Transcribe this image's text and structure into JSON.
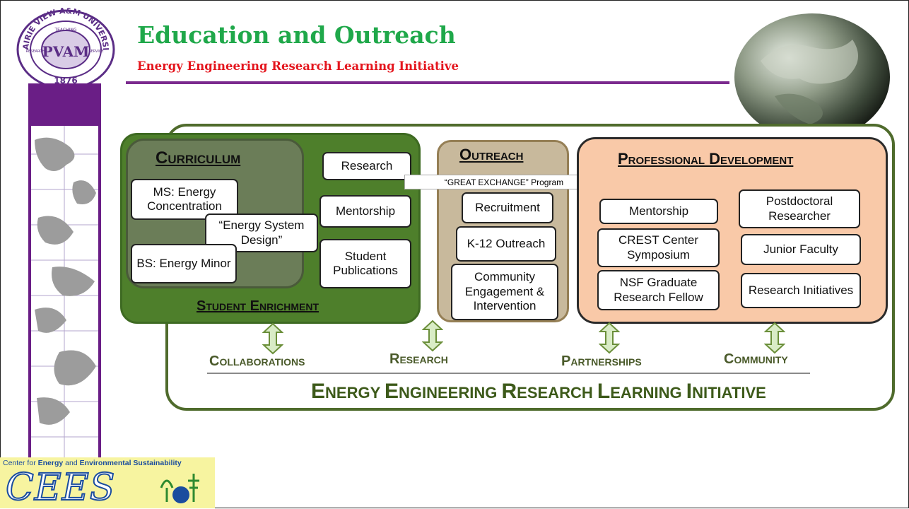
{
  "seal": {
    "top_text": "PRAIRIE VIEW A&M UNIVERSITY",
    "teaching": "TEACHING",
    "research": "RESEARCH",
    "service": "SERVICE",
    "year": "1876",
    "monogram": "PVAM"
  },
  "header": {
    "title": "Education and Outreach",
    "subtitle": "Energy Engineering Research Learning Initiative"
  },
  "logo": {
    "top_line_prefix": "Center for ",
    "top_line_energy": "Energy",
    "top_line_mid": " and ",
    "top_line_env": "Environmental Sustainability",
    "acronym": "CEES"
  },
  "student_enrichment": {
    "label": "Student Enrichment",
    "curriculum": {
      "heading": "Curriculum",
      "items": [
        "MS: Energy Concentration",
        "“Energy System Design”",
        "BS: Energy Minor"
      ]
    },
    "side_items": [
      "Research",
      "Mentorship",
      "Student Publications"
    ]
  },
  "great_exchange": "“GREAT EXCHANGE” Program",
  "outreach": {
    "heading": "Outreach",
    "items": [
      "Recruitment",
      "K-12 Outreach",
      "Community Engagement & Intervention"
    ]
  },
  "professional_development": {
    "heading": "Professional Development",
    "left_items": [
      "Mentorship",
      "CREST Center Symposium",
      "NSF Graduate Research Fellow"
    ],
    "right_items": [
      "Postdoctoral Researcher",
      "Junior Faculty",
      "Research Initiatives"
    ]
  },
  "pillars": [
    "Collaborations",
    "Research",
    "Partnerships",
    "Community"
  ],
  "initiative": {
    "words": [
      {
        "cap": "E",
        "rest": "NERGY"
      },
      {
        "cap": "E",
        "rest": "NGINEERING"
      },
      {
        "cap": "R",
        "rest": "ESEARCH"
      },
      {
        "cap": "L",
        "rest": "EARNING"
      },
      {
        "cap": "I",
        "rest": "NITIATIVE"
      }
    ]
  },
  "colors": {
    "title": "#1fa84a",
    "subtitle": "#e4151d",
    "accent_purple": "#7b2a8e",
    "student_green": "#4e7f2b",
    "outreach_tan": "#c8b99c",
    "prof_peach": "#f9c9a8"
  }
}
